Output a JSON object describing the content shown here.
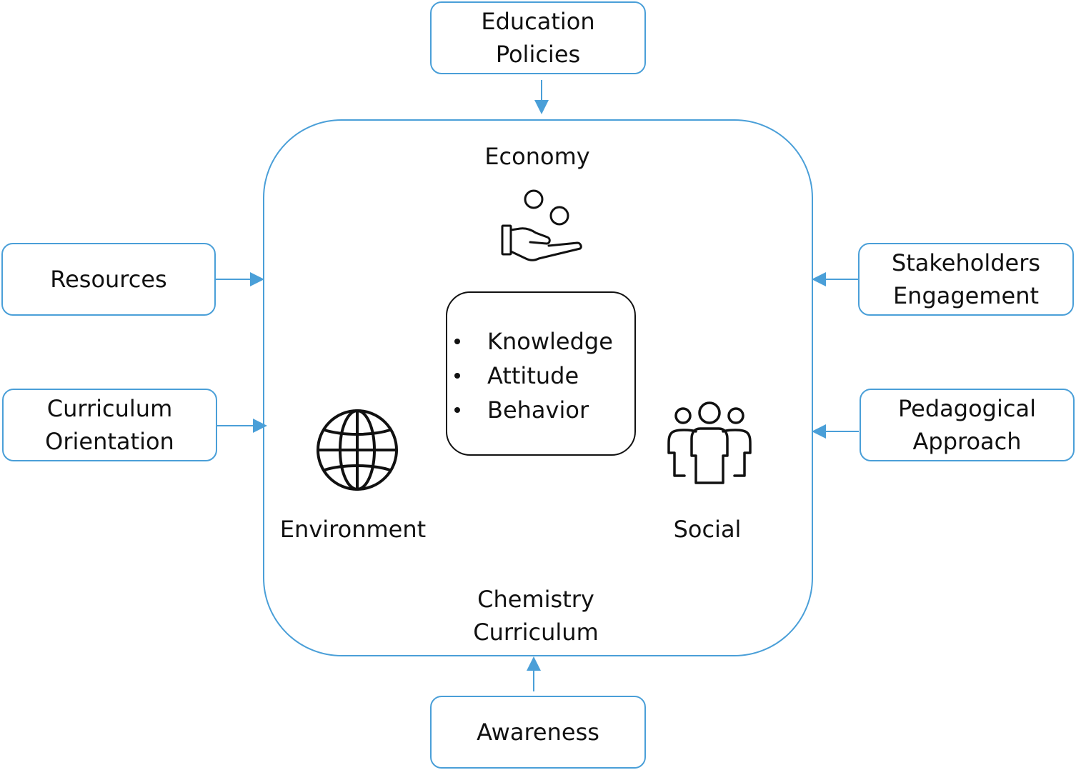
{
  "boxes": {
    "education_policies": [
      "Education",
      "Policies"
    ],
    "resources": [
      "Resources"
    ],
    "curriculum_orientation": [
      "Curriculum",
      "Orientation"
    ],
    "stakeholders_engagement": [
      "Stakeholders",
      "Engagement"
    ],
    "pedagogical_approach": [
      "Pedagogical",
      "Approach"
    ],
    "awareness": [
      "Awareness"
    ]
  },
  "main": {
    "economy": "Economy",
    "environment": "Environment",
    "social": "Social",
    "chemistry_curriculum": [
      "Chemistry",
      "Curriculum"
    ]
  },
  "center_items": [
    "Knowledge",
    "Attitude",
    "Behavior"
  ],
  "icons": {
    "economy": "hand-coins-icon",
    "environment": "globe-icon",
    "social": "people-group-icon"
  },
  "colors": {
    "box_border": "#4a9fd8",
    "arrow": "#4a9fd8",
    "text": "#111111"
  }
}
